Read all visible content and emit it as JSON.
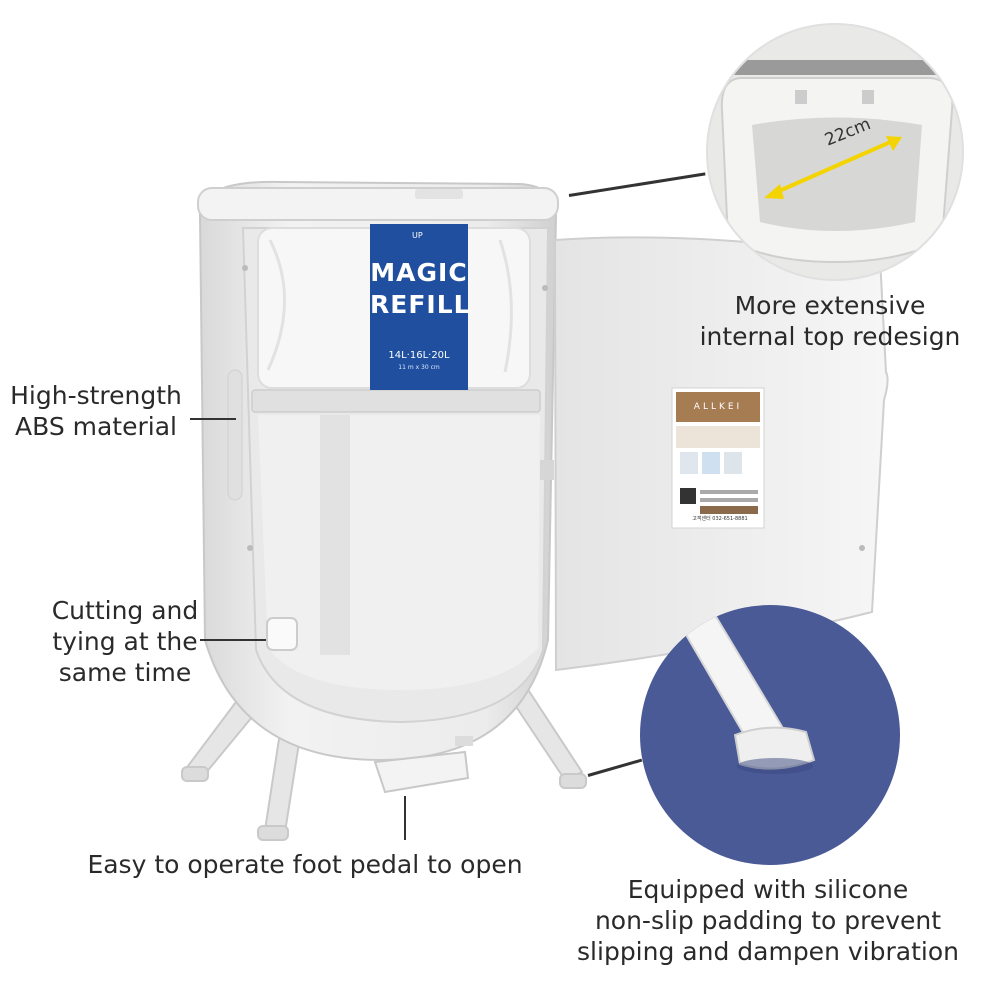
{
  "product": {
    "refill_pack": {
      "title_line1": "MAGIC",
      "title_line2": "REFILL",
      "sizes": "14L·16L·20L",
      "dims": "11 m x 30 cm",
      "tag": "UP"
    },
    "door_sticker": {
      "brand": "ALLKEI",
      "phone": "고객센터 032-651-8881"
    },
    "inset_top": {
      "measure": "22cm"
    }
  },
  "callouts": {
    "material": {
      "line1": "High-strength",
      "line2": "ABS material"
    },
    "cutting": {
      "line1": "Cutting and",
      "line2": "tying at the",
      "line3": "same time"
    },
    "pedal": {
      "text": "Easy to operate foot pedal to open"
    },
    "top": {
      "line1": "More extensive",
      "line2": "internal top redesign"
    },
    "padding": {
      "line1": "Equipped with silicone",
      "line2": "non-slip padding to prevent",
      "line3": "slipping and dampen vibration"
    }
  },
  "colors": {
    "refill_band": "#1f4f9e",
    "inset_background": "#4a5a96",
    "body": "#eeeeee",
    "sticker": "#a67c52"
  }
}
